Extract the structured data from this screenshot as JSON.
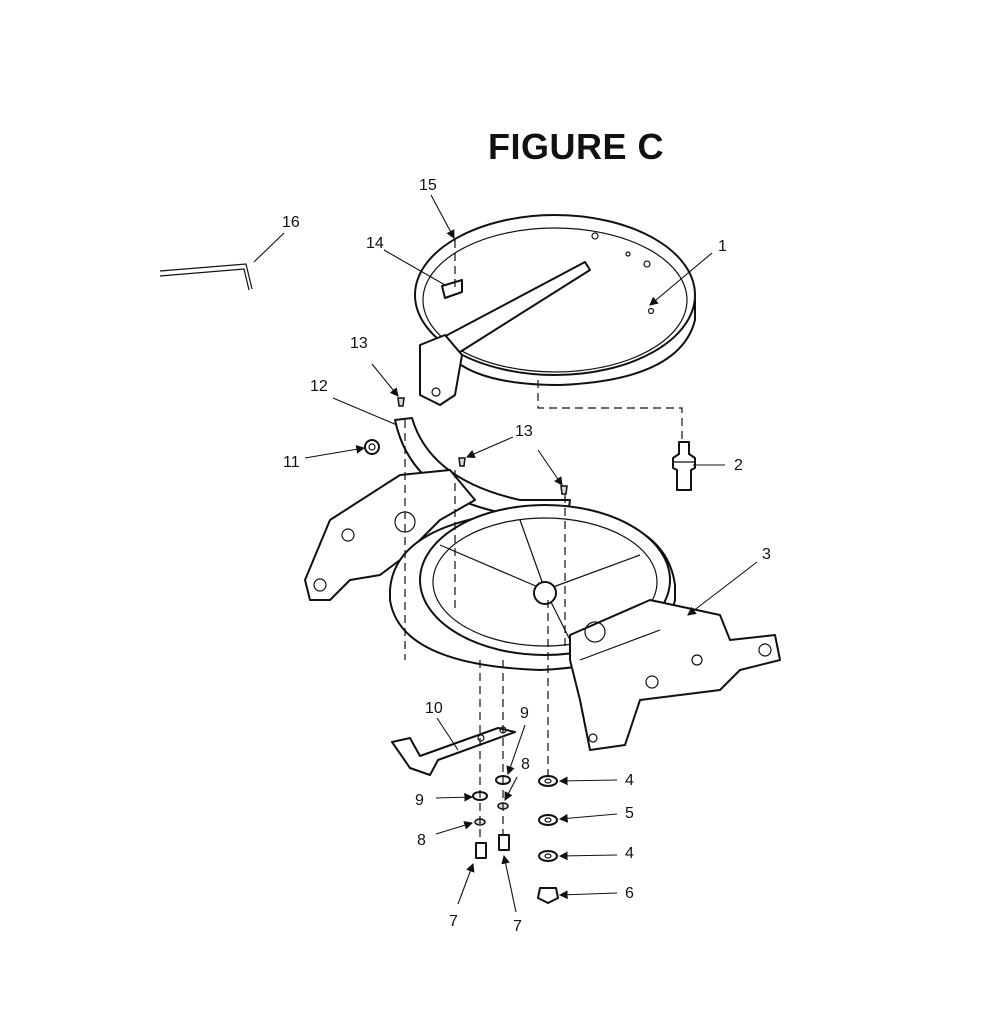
{
  "figure": {
    "title": "FIGURE C"
  },
  "callouts": [
    {
      "id": "1",
      "label": "1"
    },
    {
      "id": "2",
      "label": "2"
    },
    {
      "id": "3",
      "label": "3"
    },
    {
      "id": "4a",
      "label": "4"
    },
    {
      "id": "4b",
      "label": "4"
    },
    {
      "id": "5",
      "label": "5"
    },
    {
      "id": "6",
      "label": "6"
    },
    {
      "id": "7a",
      "label": "7"
    },
    {
      "id": "7b",
      "label": "7"
    },
    {
      "id": "8a",
      "label": "8"
    },
    {
      "id": "8b",
      "label": "8"
    },
    {
      "id": "9a",
      "label": "9"
    },
    {
      "id": "9b",
      "label": "9"
    },
    {
      "id": "10",
      "label": "10"
    },
    {
      "id": "11",
      "label": "11"
    },
    {
      "id": "12",
      "label": "12"
    },
    {
      "id": "13a",
      "label": "13"
    },
    {
      "id": "13b",
      "label": "13"
    },
    {
      "id": "14",
      "label": "14"
    },
    {
      "id": "15",
      "label": "15"
    },
    {
      "id": "16",
      "label": "16"
    }
  ]
}
